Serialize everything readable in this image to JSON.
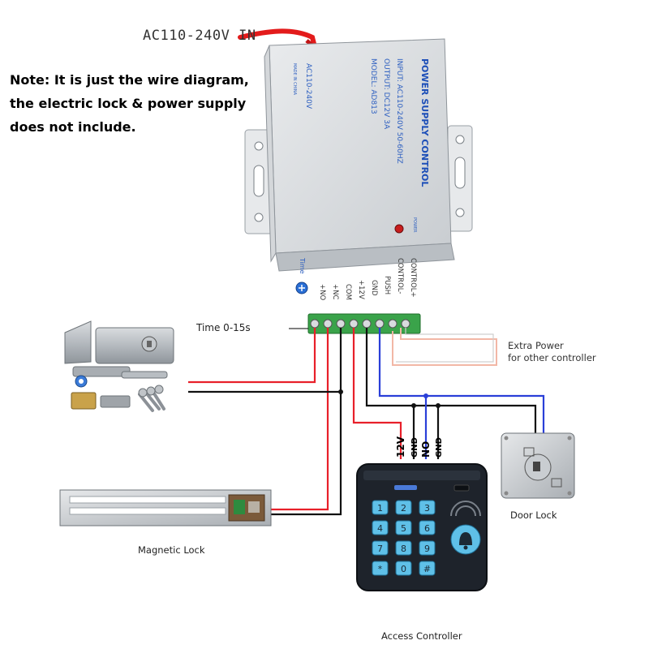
{
  "power_input_label": "AC110-240V IN",
  "note_lines": [
    "Note: It is just the wire diagram,",
    "the electric lock & power supply",
    "does not include."
  ],
  "power_supply": {
    "title": "POWER SUPPLY CONTROL",
    "spec_input": "INPUT: AC110-240V 50-60HZ",
    "spec_output": "OUTPUT: DC12V 3A",
    "spec_model": "MODEL: AD813",
    "side_voltage": "AC110-240V",
    "side_made": "MADE IN CHINA",
    "led_label": "POWER",
    "time_label": "Time",
    "terminals": [
      "+NO",
      "+NC",
      "COM",
      "+12V",
      "GND",
      "PUSH",
      "CONTROL-",
      "CONTROL+"
    ]
  },
  "time_range_label": "Time 0-15s",
  "extra_power_label_1": "Extra Power",
  "extra_power_label_2": "for other controller",
  "keypad_wire_labels": [
    "12V",
    "GND",
    "NO",
    "GND"
  ],
  "keypad_keys": [
    "1",
    "2",
    "3",
    "4",
    "5",
    "6",
    "7",
    "8",
    "9",
    "*",
    "0",
    "#"
  ],
  "device_labels": {
    "door_lock": "Door Lock",
    "magnetic_lock": "Magnetic Lock",
    "access_controller": "Access Controller"
  },
  "colors": {
    "red_wire": "#e8202a",
    "black_wire": "#111111",
    "blue_wire": "#2a3fd8",
    "extra_power_wire": "#f2b7a6",
    "terminal_block": "#3aa34a",
    "keypad_key": "#5fc0e8"
  }
}
